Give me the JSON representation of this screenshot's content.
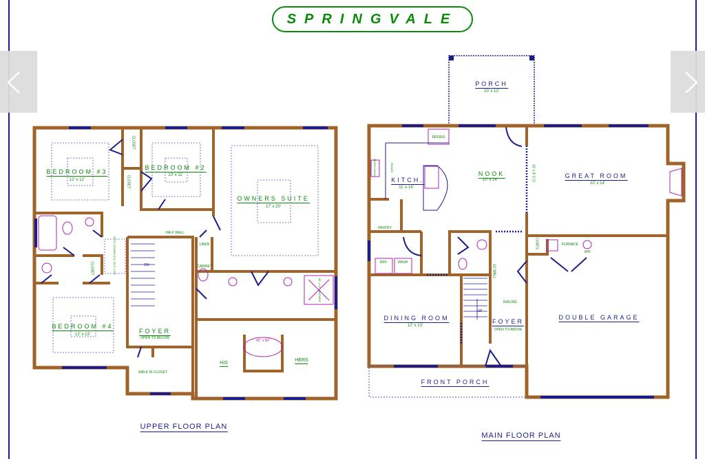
{
  "title": "SPRINGVALE",
  "navigation": {
    "prev_icon": "chevron-left-icon",
    "next_icon": "chevron-right-icon"
  },
  "colors": {
    "wall": "#a0642a",
    "window": "#1c1c8a",
    "label_green": "#0a8a0a",
    "label_blue": "#1c1c8a",
    "fixture": "#b020b0",
    "nav_bg": "#dcdcdc"
  },
  "upper_floor": {
    "plan_title": "UPPER FLOOR PLAN",
    "rooms": {
      "bedroom3": {
        "name": "BEDROOM #3",
        "size": "12' x 12'"
      },
      "bedroom2": {
        "name": "BEDROOM #2",
        "size": "10' x 11'"
      },
      "owners_suite": {
        "name": "OWNERS SUITE",
        "size": "17' x 20'"
      },
      "bedroom4": {
        "name": "BEDROOM #4",
        "size": "12' x 13'"
      },
      "foyer": {
        "name": "FOYER",
        "note": "OPEN TO BELOW"
      },
      "walk_in_closet": "WALK IN CLOSET",
      "his": "HIS",
      "hers": "HERS"
    },
    "notes": {
      "closet_a": "CLOSET",
      "closet_b": "CLOSET",
      "closet_c": "CLOSET",
      "half_wall": "HALF WALL",
      "linen": "LINEN",
      "cabinet": "CABINET",
      "attic_stairs": "ATTIC STAIRS R.O. 26.5\" x 56\"",
      "dn": "DN",
      "tub": "42\" x 60\"",
      "shower": "48\" x 42\" SHOWER"
    }
  },
  "main_floor": {
    "plan_title": "MAIN FLOOR PLAN",
    "rooms": {
      "porch": {
        "name": "PORCH",
        "size": "10' x 12'"
      },
      "kitchen": {
        "name": "KITCH.",
        "size": "11' x 14'"
      },
      "nook": {
        "name": "NOOK",
        "size": "10' x 14'"
      },
      "great_room": {
        "name": "GREAT ROOM",
        "size": "10' x 14'"
      },
      "dining_room": {
        "name": "DINING ROOM",
        "size": "12' x 13'"
      },
      "foyer": {
        "name": "FOYER",
        "note": "OPEN TO ABOVE"
      },
      "double_garage": {
        "name": "DOUBLE GARAGE"
      },
      "front_porch": {
        "name": "FRONT PORCH"
      }
    },
    "notes": {
      "refrig": "REFRIG",
      "micro_hood": "MICRO HOOD",
      "range": "RANGE",
      "pantry": "PANTRY",
      "dry": "DRY",
      "wash": "WASH",
      "coats": "COATS",
      "furnace": "FURNACE",
      "wh": "WH",
      "railing": "RAILING",
      "up": "UP",
      "half_wall": "1/2 WALL",
      "ceiling": "10' x 8' C.O."
    }
  }
}
